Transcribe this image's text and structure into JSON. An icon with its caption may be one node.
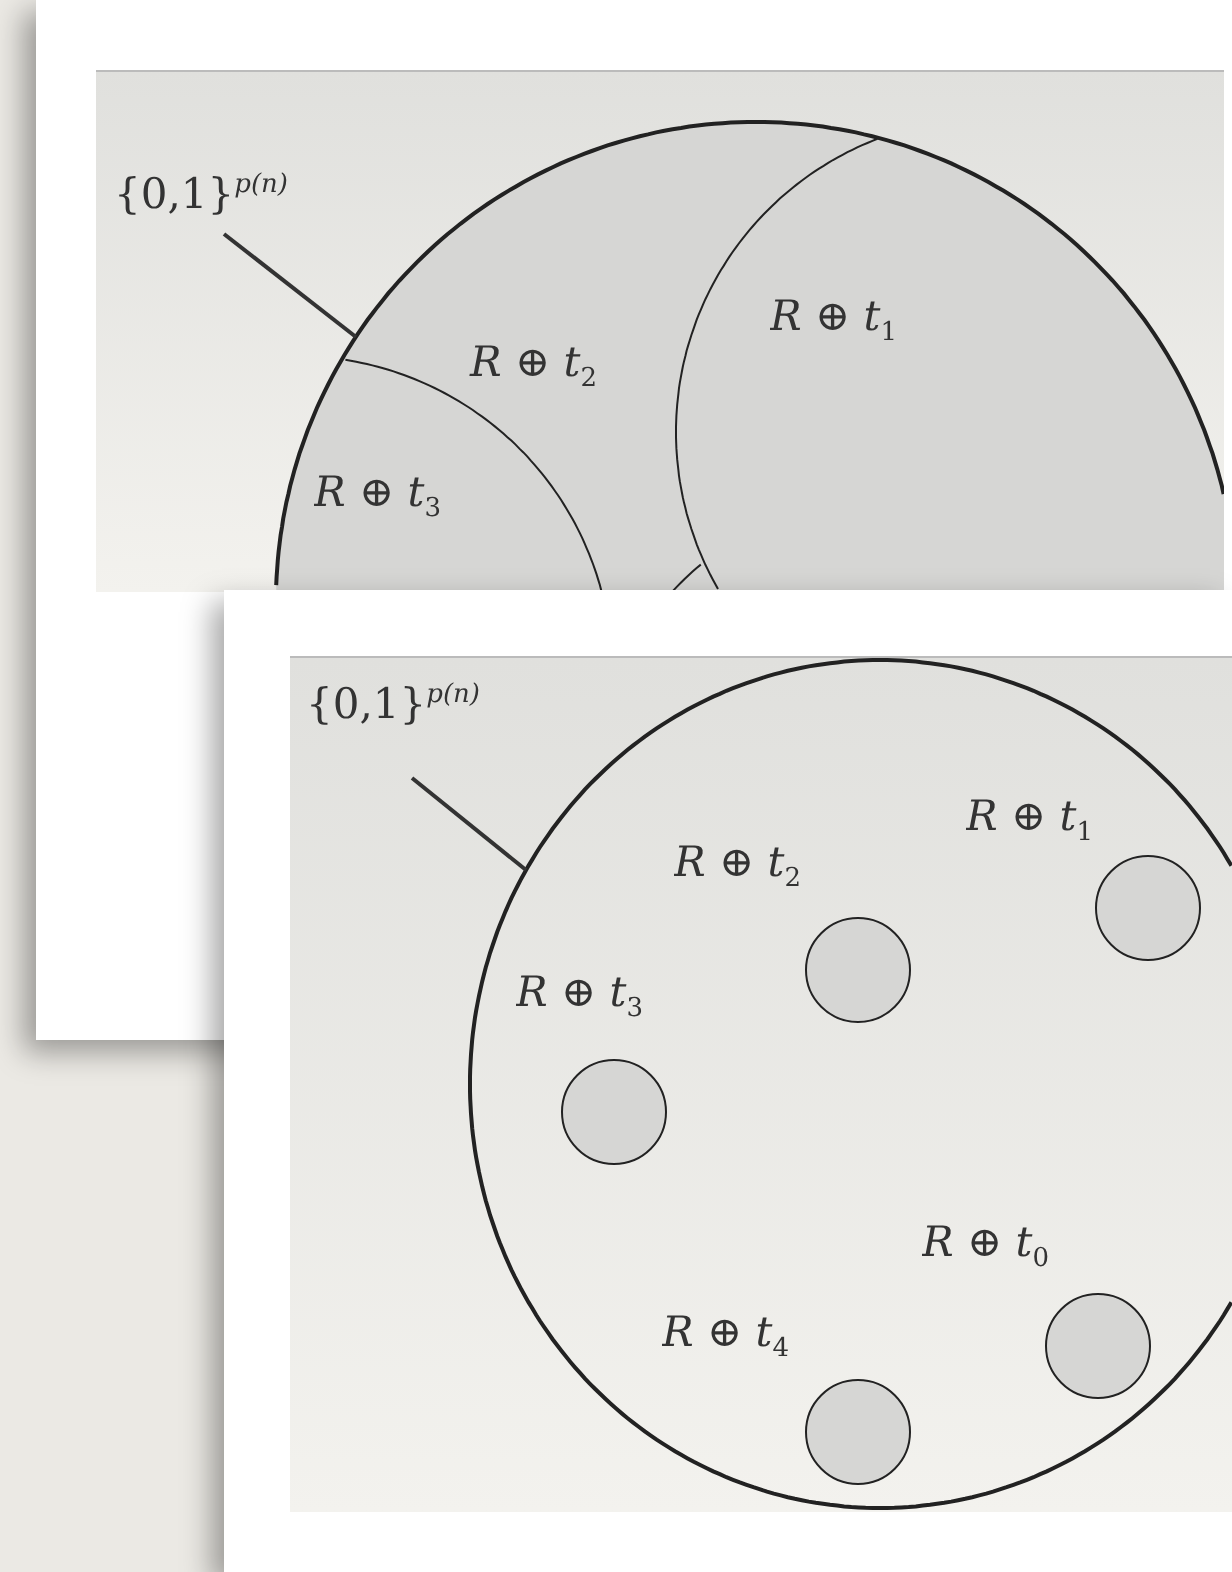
{
  "diagram": {
    "nodes": [
      {
        "text": [
          "{0,1}$^{p(n)}$"
        ]
      },
      {
        "text": [],
        "shape": "circle"
      },
      {
        "text": [
          "*R* ⊕ *t*$_{1}$"
        ],
        "in": 1
      },
      {
        "text": [
          "*R* ⊕ *t*$_{3}$"
        ],
        "in": 1
      },
      {
        "text": [
          "{0,1}$^{p(n)}$"
        ]
      },
      {
        "text": [],
        "shape": "circle"
      },
      {
        "text": [],
        "shape": "circle",
        "in": 5,
        "beside": [
          "*R* ⊕ *t*$_{1}$"
        ]
      },
      {
        "text": [],
        "shape": "circle",
        "in": 5,
        "beside": [
          "*R* ⊕ *t*$_{2}$"
        ]
      },
      {
        "text": [],
        "shape": "circle",
        "in": 5,
        "beside": [
          "*R* ⊕ *t*$_{3}$"
        ]
      },
      {
        "text": [],
        "shape": "circle",
        "in": 5,
        "beside": [
          "*R* ⊕ *t*$_{0}$"
        ]
      },
      {
        "text": [],
        "shape": "circle",
        "in": 5,
        "beside": [
          "*R* ⊕ *t*$_{4}$"
        ]
      }
    ],
    "edges": [
      {
        "from": 0,
        "to": 1,
        "arrow": "none"
      },
      {
        "from": 4,
        "to": 5,
        "arrow": "none"
      }
    ],
    "labels": [
      "*R* ⊕ *t*$_{2}$"
    ]
  }
}
